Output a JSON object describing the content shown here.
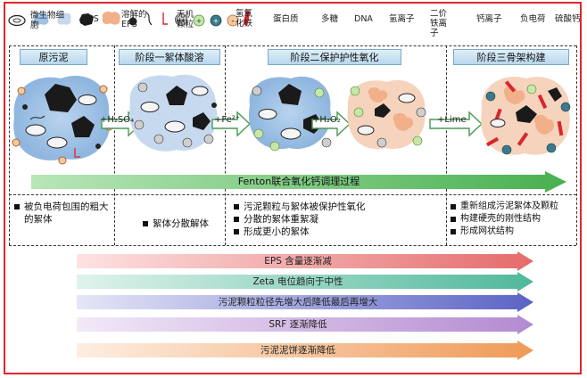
{
  "legend": {
    "microbe": "微生物细胞",
    "eps": "EPS",
    "dissolved_eps": "溶解的EPS",
    "inorganic": "无机颗粒",
    "iron_hydroxide": "氢氧化铁",
    "protein": "蛋白质",
    "polysaccharide": "多糖",
    "dna": "DNA",
    "hydrogen_ion": "氢离子",
    "ferrous_ion": "二价铁离子",
    "calcium_ion": "钙离子",
    "negative_charge": "负电荷",
    "calcium_sulfate": "硫酸钙"
  },
  "stages": [
    "原污泥",
    "阶段一絮体酸溶",
    "阶段二保护护性氧化",
    "阶段三骨架构建"
  ],
  "reagents": [
    "+H₂SO₄",
    "+Fe²⁺",
    "+H₂O₂",
    "+Lime"
  ],
  "process_title": "Fenton联合氧化钙调理过程",
  "bullets": {
    "col1": [
      "被负电荷包围的粗大的絮体"
    ],
    "col2": [
      "絮体分散解体"
    ],
    "col3": [
      "污泥颗粒与絮体被保护性氧化",
      "分散的絮体重絮凝",
      "形成更小的絮体"
    ],
    "col4": [
      "重新组成污泥絮体及颗粒",
      "构建硬壳的刚性结构",
      "形成网状结构"
    ]
  },
  "trends": [
    {
      "label": "EPS 含量逐渐减",
      "color": "#e56b6b"
    },
    {
      "label": "Zeta 电位趋向于中性",
      "color": "#4fb89a"
    },
    {
      "label": "污泥颗粒粒径先增大后降低最后再增大",
      "color": "#5b63c4"
    },
    {
      "label": "SRF 逐渐降低",
      "color": "#b38ad0"
    },
    {
      "label": "污泥泥饼逐渐降低",
      "color": "#ef9a57"
    }
  ],
  "colors": {
    "border": "#e0262b",
    "process_arrow": "#5cc36a",
    "eps": "#9fc2e6",
    "iron": "#f2b08a"
  }
}
